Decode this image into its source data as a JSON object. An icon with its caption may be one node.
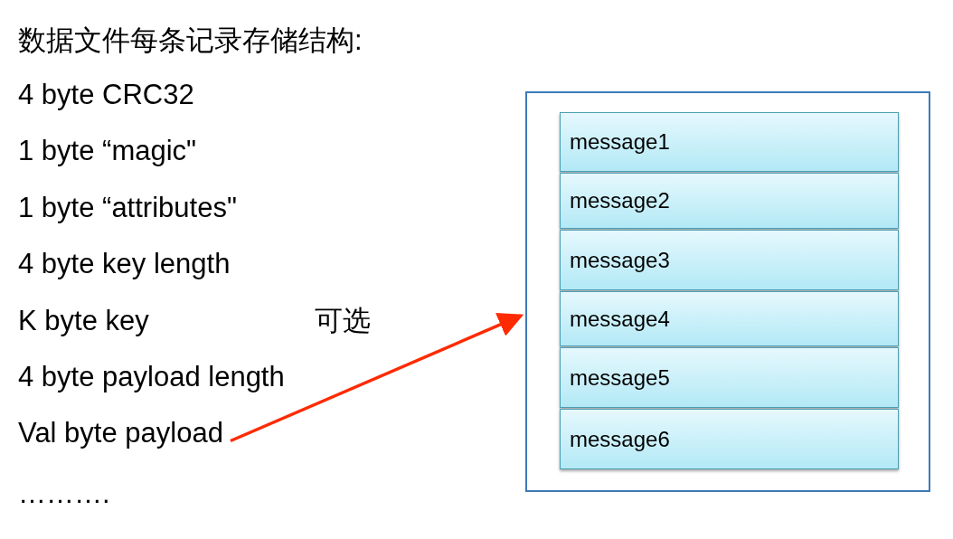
{
  "diagram": {
    "title": "数据文件每条记录存储结构:",
    "nodes": [
      {
        "text": [
          "Val byte payload"
        ]
      },
      {
        "text": [],
        "shape": "box"
      },
      {
        "text": [
          "message1"
        ],
        "in": 1
      },
      {
        "text": [
          "message2"
        ],
        "in": 1
      },
      {
        "text": [
          "message3"
        ],
        "in": 1
      },
      {
        "text": [
          "message4"
        ],
        "in": 1
      },
      {
        "text": [
          "message5"
        ],
        "in": 1
      },
      {
        "text": [
          "message6"
        ],
        "in": 1
      }
    ],
    "edges": [
      {
        "from": 0,
        "to": 1,
        "arrow": "to",
        "color": "#ff2a00"
      }
    ],
    "labels": [
      "4 byte CRC32",
      "1 byte “magic\"",
      "1 byte “attributes\"",
      "4 byte key length",
      "K byte key",
      "可选",
      "4 byte payload length",
      "………."
    ]
  }
}
